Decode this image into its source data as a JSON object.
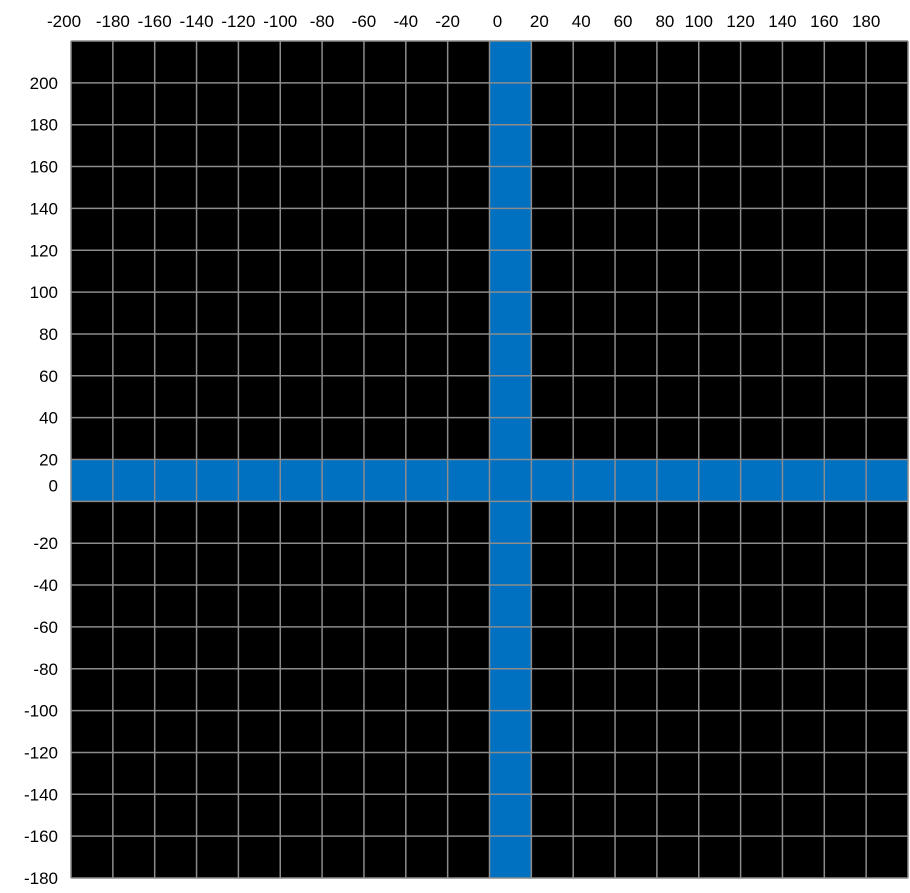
{
  "grid": {
    "x_ticks": [
      "-200",
      "-180",
      "-160",
      "-140",
      "-120",
      "-100",
      "-80",
      "-60",
      "-40",
      "-20",
      "0",
      "20",
      "40",
      "60",
      "80",
      "100",
      "120",
      "140",
      "160",
      "180"
    ],
    "y_ticks": [
      "200",
      "180",
      "160",
      "140",
      "120",
      "100",
      "80",
      "60",
      "40",
      "20",
      "0",
      "-20",
      "-40",
      "-60",
      "-80",
      "-100",
      "-120",
      "-140",
      "-160",
      "-180"
    ],
    "columns": 20,
    "rows": 20,
    "highlight_column_index": 10,
    "highlight_row_index": 10,
    "colors": {
      "cell": "#000000",
      "highlight": "#0070C0",
      "gridline": "#8c8c8c",
      "label": "#000000"
    }
  }
}
